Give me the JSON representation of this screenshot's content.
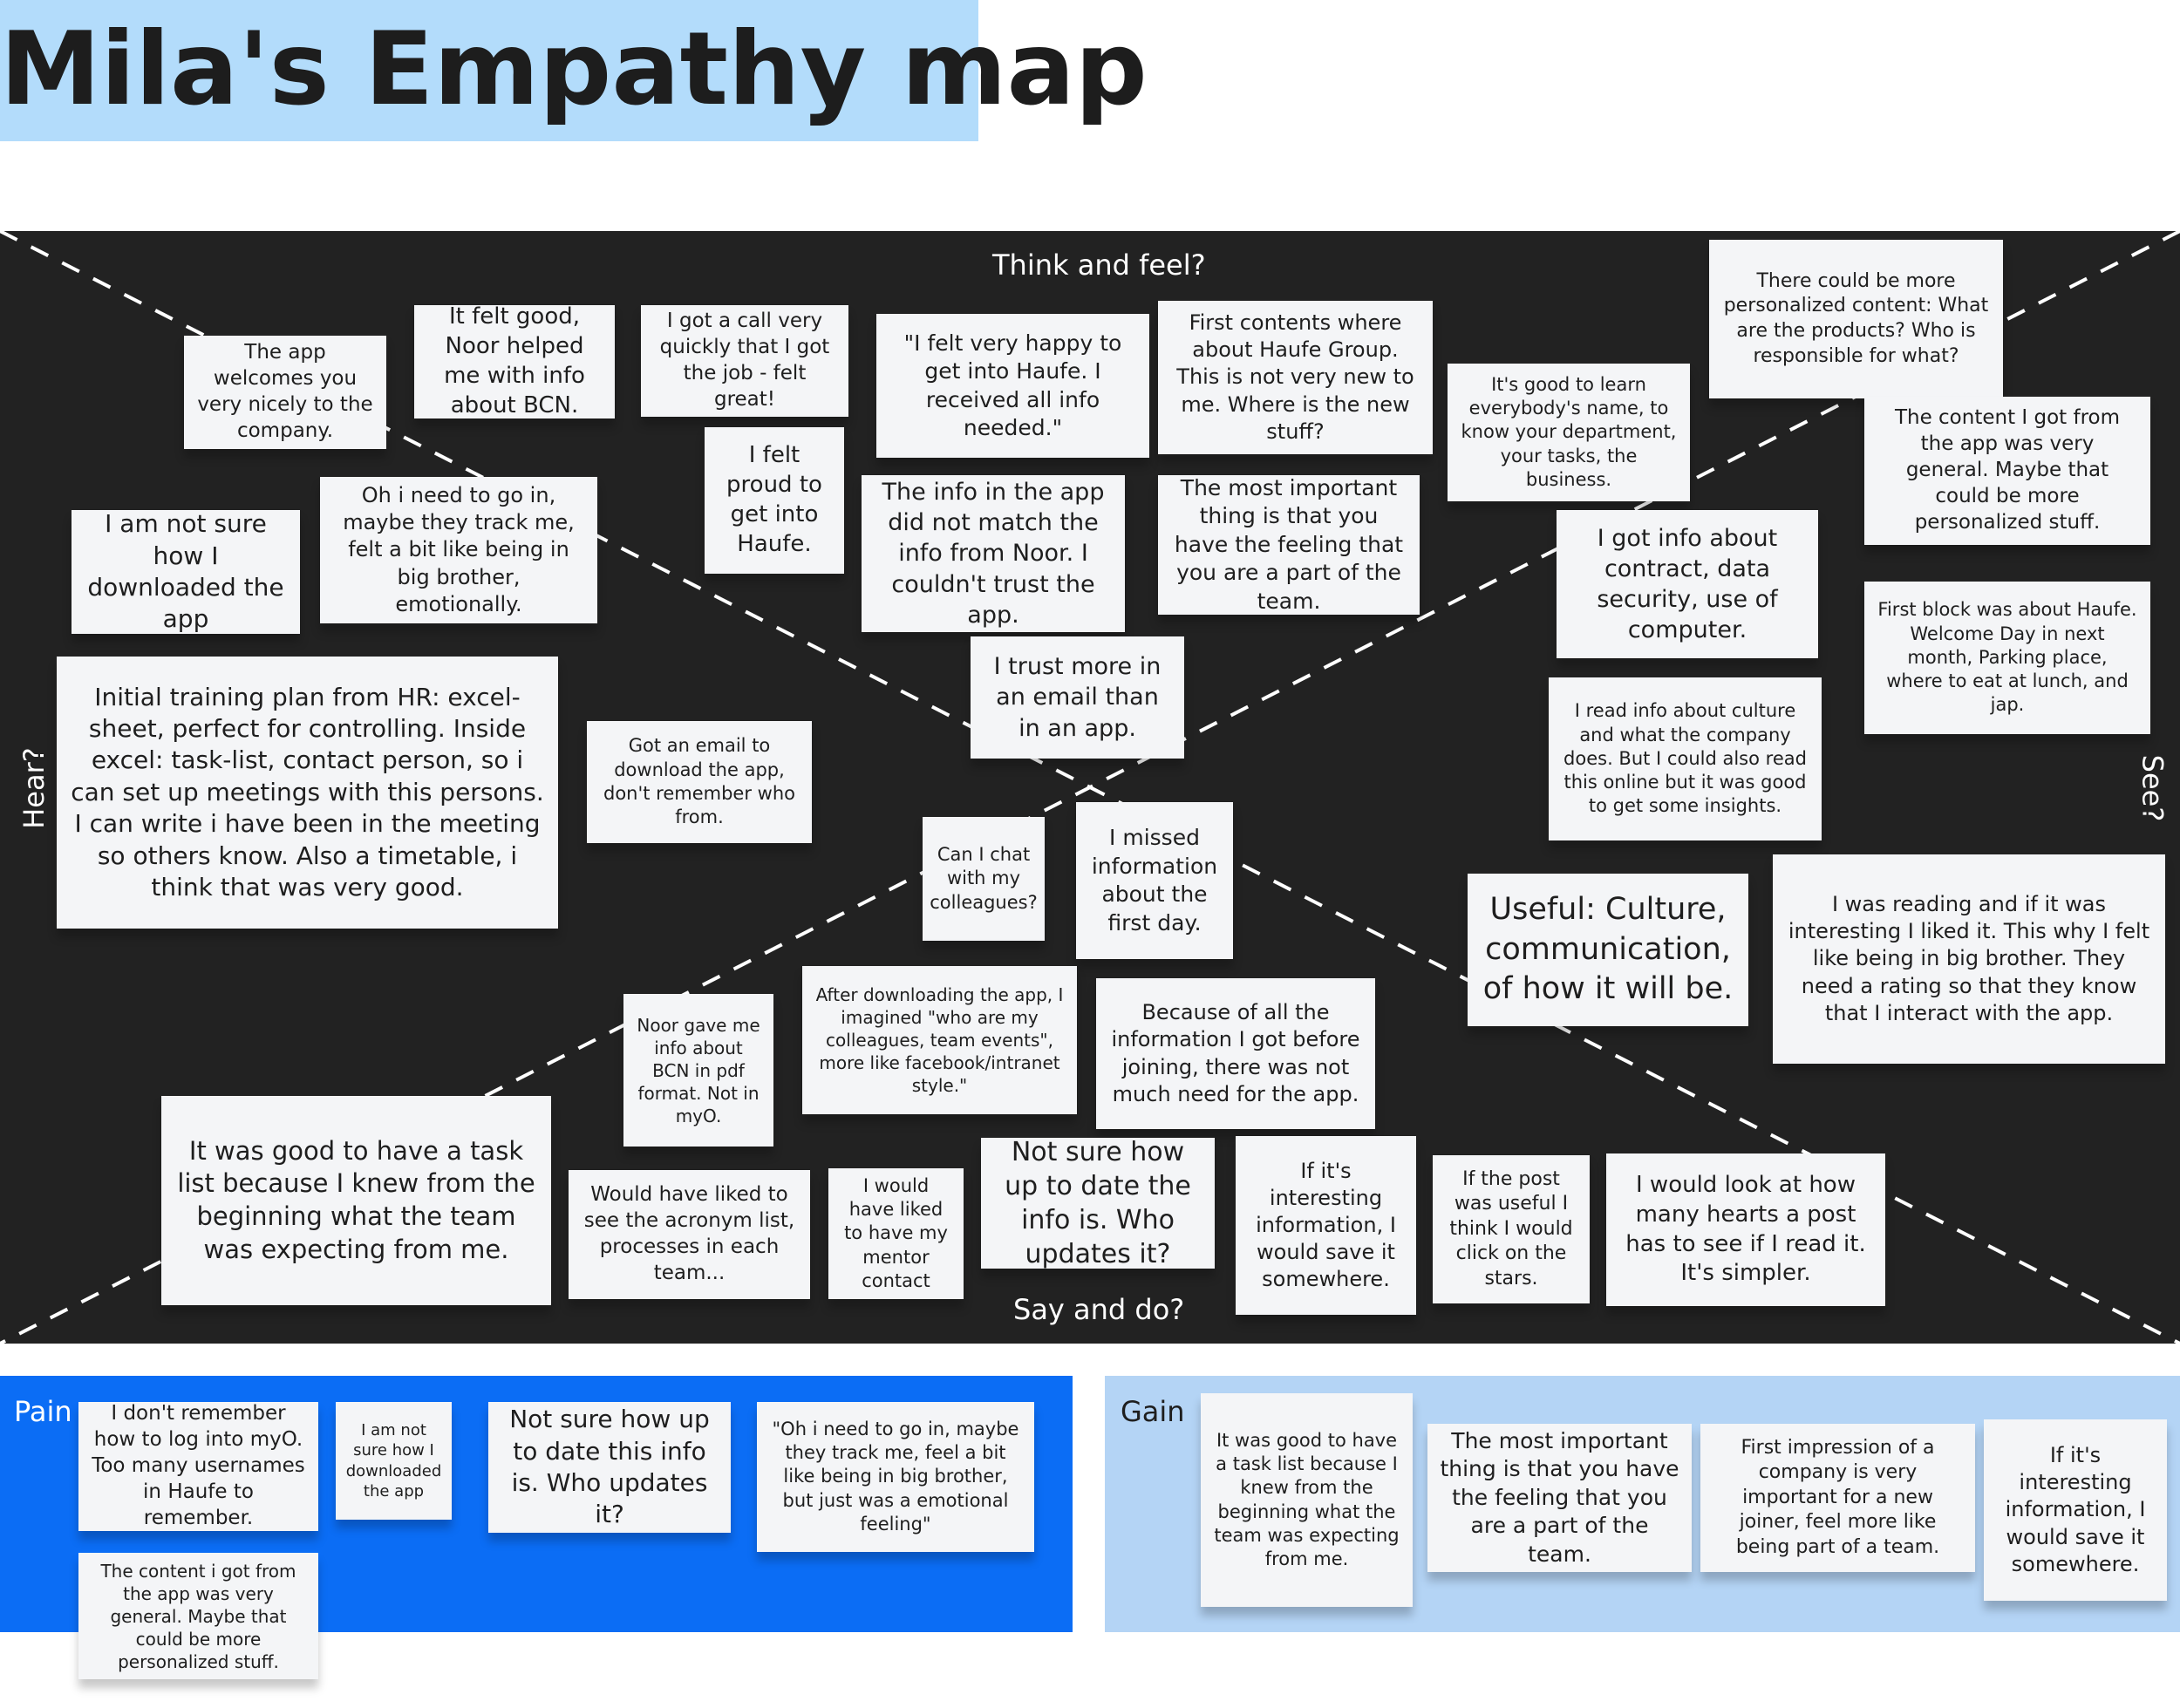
{
  "title": "Mila's Empathy map",
  "quadrants": {
    "top": "Think and feel?",
    "bottom": "Say and do?",
    "left": "Hear?",
    "right": "See?"
  },
  "notes": {
    "n01": "The app welcomes you very nicely to the company.",
    "n02": "It felt good, Noor helped me with info about BCN.",
    "n03": "I got a call very quickly that I got the job - felt great!",
    "n04": "\"I felt very happy to get into Haufe. I received all info needed.\"",
    "n05": "First contents where about Haufe Group. This is not very new to me. Where is the new stuff?",
    "n06": "It's good to learn everybody's name, to know your department, your tasks,  the business.",
    "n07": "There could be more personalized content: What are the products? Who is responsible for what?",
    "n08": "The content I got from the app was very general. Maybe that could be more personalized stuff.",
    "n09": "I am not sure how I downloaded the app",
    "n10": "Oh i need to go in, maybe they track me, felt a bit like being in big brother, emotionally.",
    "n11": "I felt proud to get into Haufe.",
    "n12": "The info in the app did not match the info from Noor. I couldn't trust the app.",
    "n13": "The most important thing is that you have the feeling that you are a part of the team.",
    "n14": "I got info about contract, data security, use of computer.",
    "n15": "First block was about Haufe. Welcome Day in next month, Parking place, where to eat at lunch, and jap.",
    "n16": "Initial training plan from HR: excel-sheet, perfect for controlling. Inside excel: task-list, contact person, so i can set up meetings with this persons. I can write i have been in the meeting so others know. Also a timetable, i think that was very good.",
    "n17": "Got an email to download the app, don't remember who from.",
    "n18": "I trust more in an email than in an app.",
    "n19": "I read info about culture and what the company does. But I could also read this online but it was good to get some insights.",
    "n20": "Can I chat with my colleagues?",
    "n21": "I missed information about the first day.",
    "n22": "Useful: Culture, communication, of how it will be.",
    "n23": "I was reading and if it was interesting I liked it. This why I felt like being in big brother. They need a rating so that they know that I interact with the app.",
    "n24": "Noor gave me info about BCN in pdf format. Not in myO.",
    "n25": "After downloading the app, I imagined \"who are my colleagues, team events\", more like facebook/intranet style.\"",
    "n26": "Because of all the information I got before joining, there was not much need for the app.",
    "n27": "It was good to have a task list because I knew from the beginning what the team was expecting from me.",
    "n28": "Would have liked to see the acronym list, processes in each team...",
    "n29": "I would have liked to have my mentor contact",
    "n30": "Not sure how up to date the info is. Who updates it?",
    "n31": "If it's interesting information, I would save it somewhere.",
    "n32": "If the post was useful I think I would click on the stars.",
    "n33": "I would look at how many hearts a post has to see if I read it. It's simpler."
  },
  "pain": {
    "label": "Pain",
    "notes": {
      "p1": "I don't remember how to log into myO. Too many usernames in Haufe to remember.",
      "p2": "I am not sure how I downloaded the app",
      "p3": "Not sure how up to date this info is. Who updates it?",
      "p4": "\"Oh i need to go in, maybe they track me, feel a bit like being in big brother, but just was a emotional feeling\"",
      "p5": "The content i got from the app was very general. Maybe that could be more personalized stuff."
    }
  },
  "gain": {
    "label": "Gain",
    "notes": {
      "g1": "It was good to have a task list because I knew from the beginning what the team was expecting from me.",
      "g2": "The most important thing is that you have the feeling that you are a part of the team.",
      "g3": "First impression of a company is very important for a new joiner, feel more like  being part of a team.",
      "g4": "If it's interesting information, I would save it somewhere."
    }
  },
  "colors": {
    "board": "#222222",
    "sticky": "#f4f5f7",
    "pain": "#0b6df5",
    "gain": "#b4d4f5",
    "title_bg": "#b3dcfb"
  }
}
